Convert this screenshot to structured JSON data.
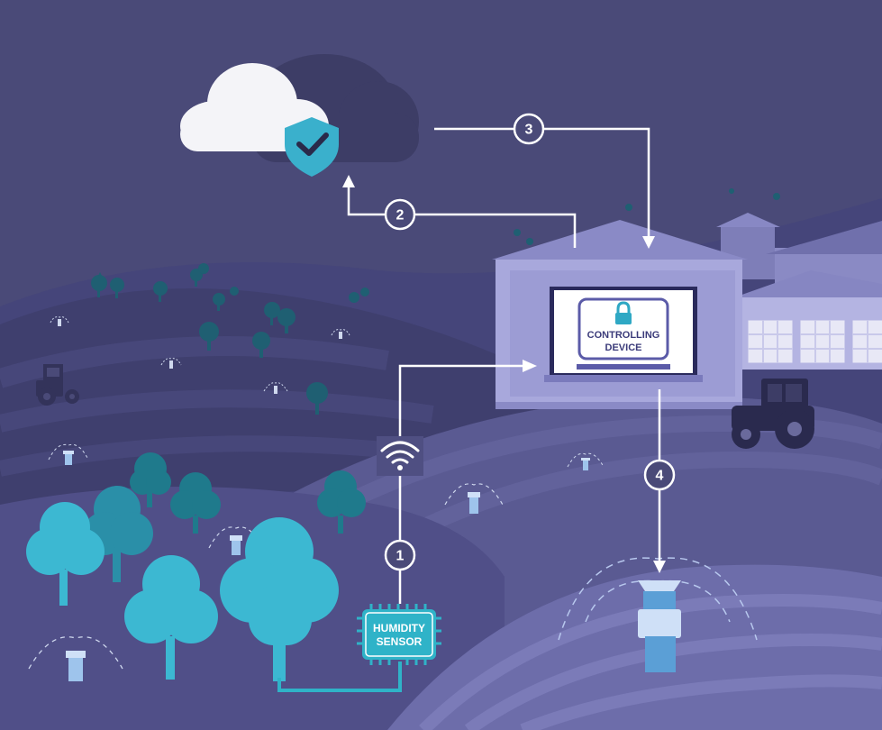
{
  "diagram": {
    "colors": {
      "sky": "#4a4a78",
      "cloud_front": "#f4f4f8",
      "cloud_back": "#3d3d66",
      "shield": "#3ab0cc",
      "building": "#a8a8dc",
      "laptop_screen": "#ffffff",
      "sensor": "#2fb3c8",
      "arrow": "#ffffff",
      "tree_light": "#3cb8d2",
      "tree_dark": "#1f7a8c",
      "sprinkler": "#5ba9d6"
    },
    "devices": {
      "controller_line1": "CONTROLLING",
      "controller_line2": "DEVICE",
      "sensor_line1": "HUMIDITY",
      "sensor_line2": "SENSOR"
    },
    "steps": [
      "1",
      "2",
      "3",
      "4"
    ],
    "icons": {
      "cloud": "cloud-icon",
      "shield": "shield-check-icon",
      "lock": "lock-icon",
      "wifi": "wifi-icon",
      "tractor": "tractor-icon",
      "sprinkler": "sprinkler-icon",
      "tree": "tree-icon"
    }
  }
}
